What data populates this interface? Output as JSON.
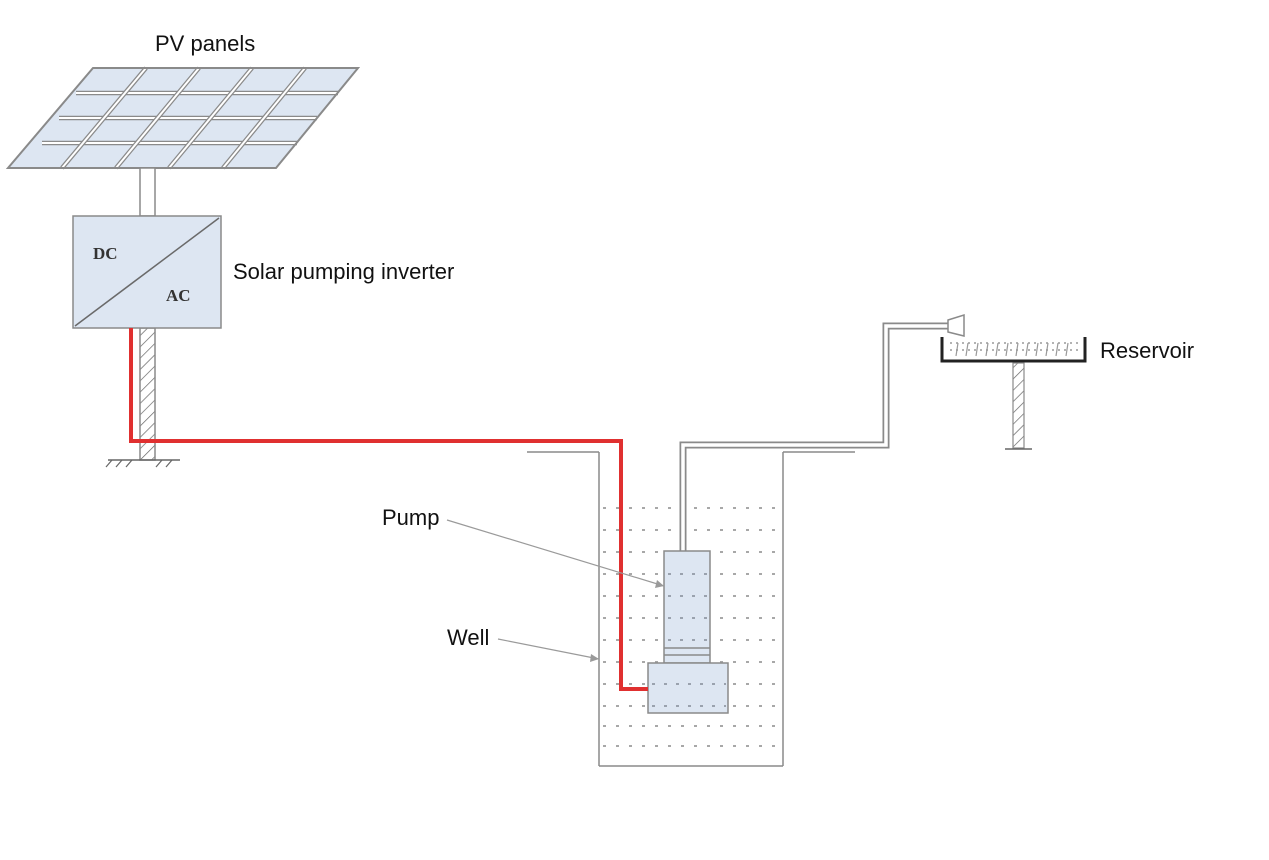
{
  "labels": {
    "pv_panels": "PV panels",
    "inverter": "Solar pumping inverter",
    "reservoir": "Reservoir",
    "pump": "Pump",
    "well": "Well"
  },
  "inverter": {
    "dc": "DC",
    "ac": "AC"
  },
  "colors": {
    "cable": "#e03030",
    "component_fill": "#dde6f2",
    "outline": "#8a8a8a",
    "water_dots": "#a8a8a8",
    "reservoir_edge": "#222222"
  }
}
